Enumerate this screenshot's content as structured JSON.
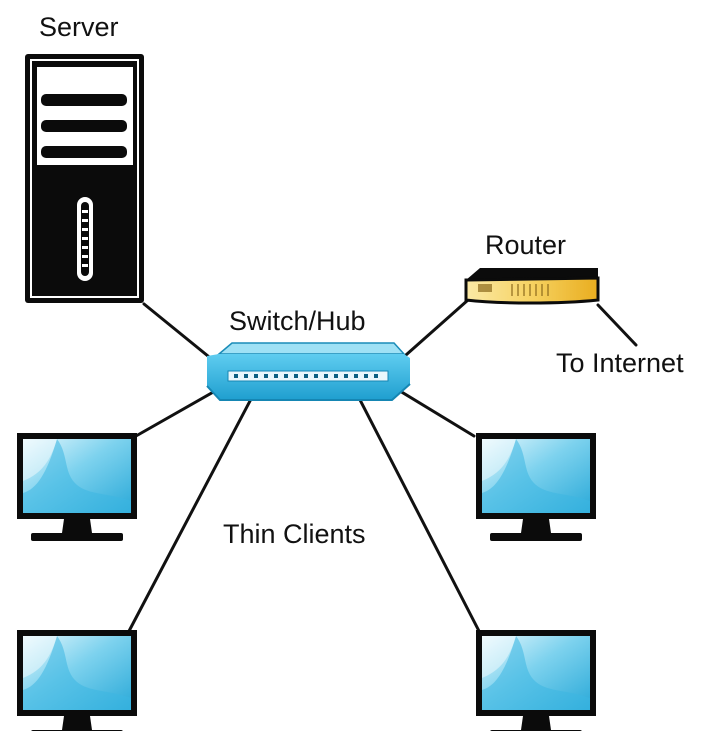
{
  "diagram": {
    "labels": {
      "server": "Server",
      "switch": "Switch/Hub",
      "router": "Router",
      "internet": "To Internet",
      "clients": "Thin Clients"
    },
    "nodes": [
      {
        "id": "server",
        "type": "server",
        "label": "Server"
      },
      {
        "id": "switch",
        "type": "switch",
        "label": "Switch/Hub"
      },
      {
        "id": "router",
        "type": "router",
        "label": "Router"
      },
      {
        "id": "client-top-left",
        "type": "thin-client"
      },
      {
        "id": "client-top-right",
        "type": "thin-client"
      },
      {
        "id": "client-bottom-left",
        "type": "thin-client"
      },
      {
        "id": "client-bottom-right",
        "type": "thin-client"
      }
    ],
    "edges": [
      {
        "from": "server",
        "to": "switch"
      },
      {
        "from": "router",
        "to": "switch"
      },
      {
        "from": "router",
        "to": "internet"
      },
      {
        "from": "switch",
        "to": "client-top-left"
      },
      {
        "from": "switch",
        "to": "client-top-right"
      },
      {
        "from": "switch",
        "to": "client-bottom-left"
      },
      {
        "from": "switch",
        "to": "client-bottom-right"
      }
    ],
    "colors": {
      "line": "#111111",
      "switch_body": "#2bb3df",
      "switch_top": "#8fdcf3",
      "router_body": "#f3c641",
      "router_top": "#fdf2b4",
      "screen": "#5ec4e6",
      "screen_light": "#c7eef9",
      "device_dark": "#0b0b0b"
    }
  }
}
